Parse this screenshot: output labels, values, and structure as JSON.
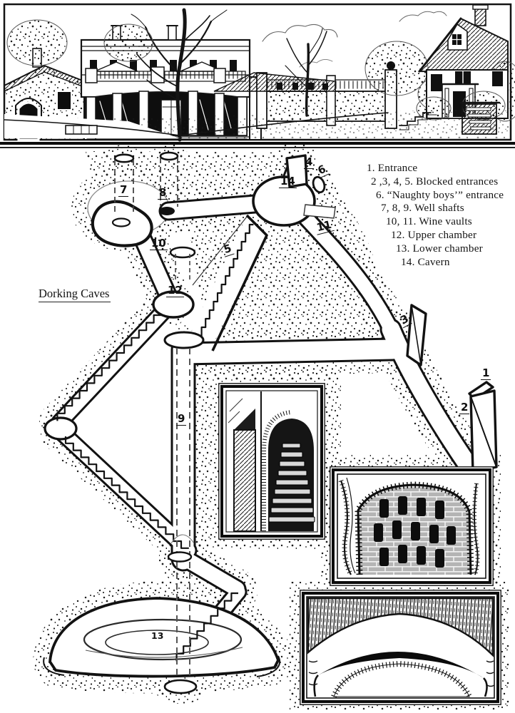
{
  "title": "Dorking Caves",
  "legend": {
    "items": [
      "1. Entrance",
      "2 ,3, 4, 5. Blocked entrances",
      "6. “Naughty boys’” entrance",
      "7, 8, 9. Well shafts",
      "10, 11. Wine vaults",
      "12. Upper chamber",
      "13. Lower chamber",
      "14. Cavern"
    ]
  },
  "map_labels": [
    "1",
    "2",
    "3",
    "4",
    "5",
    "6",
    "7",
    "8",
    "9",
    "10",
    "11",
    "12",
    "13",
    "14"
  ],
  "colors": {
    "ink": "#141414",
    "paper": "#ffffff"
  },
  "icons": {
    "street_scene": "street-scene-illustration",
    "inset_stairs": "cave-staircase-inset",
    "inset_wine_vault": "wine-vault-inset",
    "inset_cavern": "cavern-inset"
  }
}
